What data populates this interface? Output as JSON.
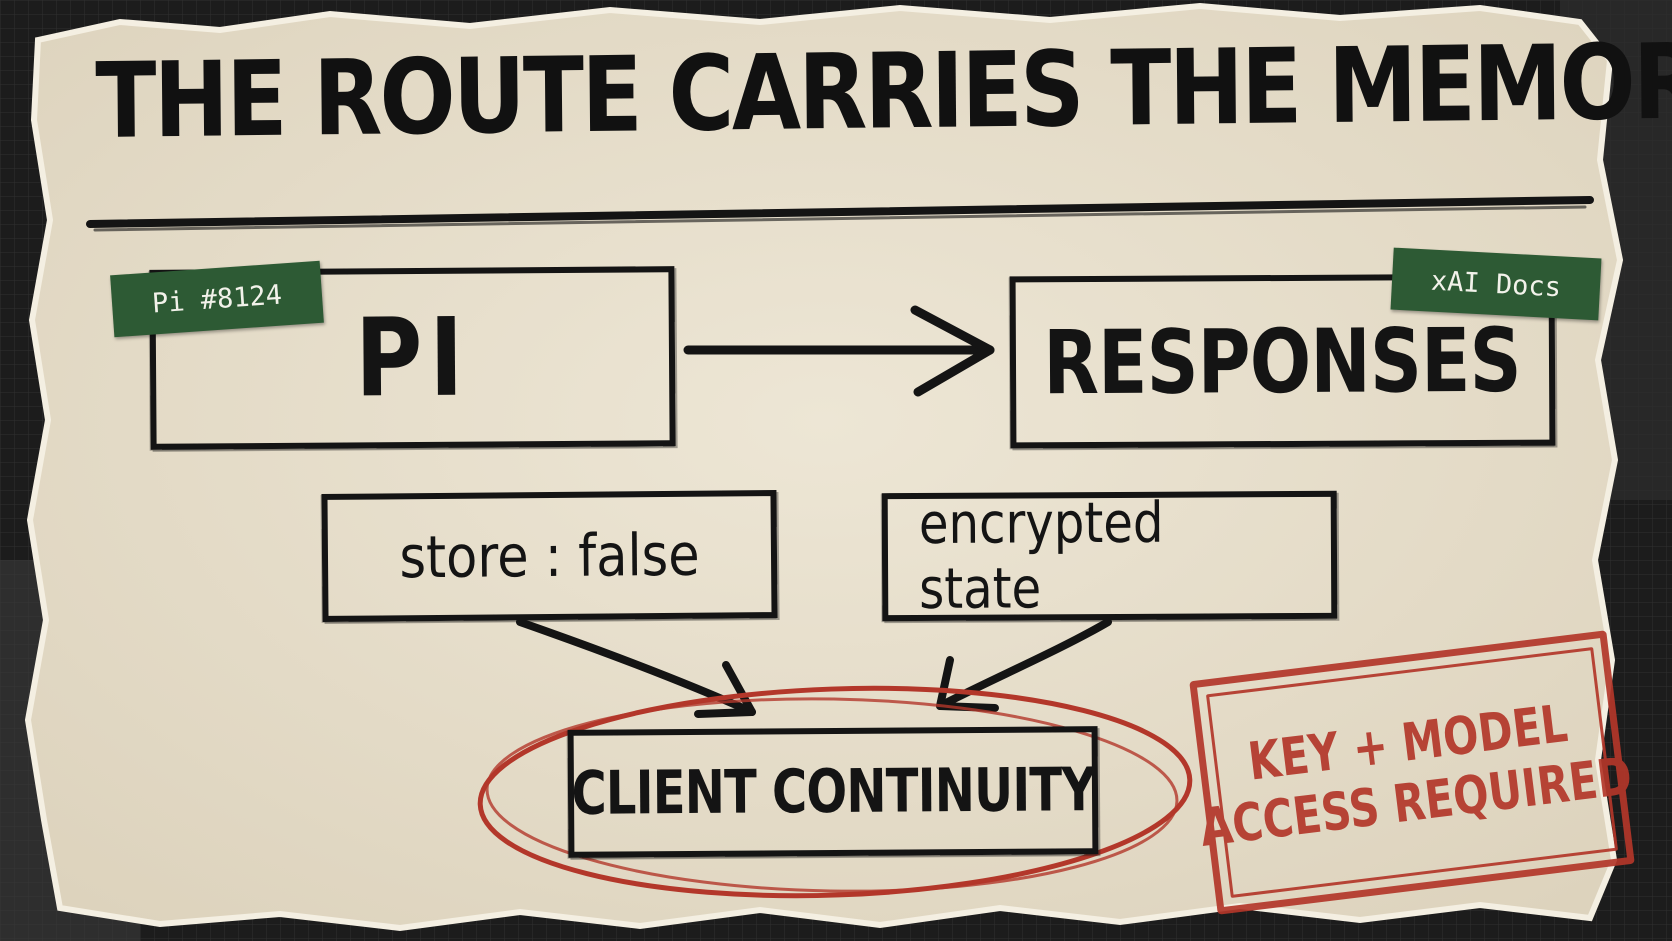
{
  "title": "THE ROUTE CARRIES THE MEMORY",
  "nodes": {
    "pi": {
      "label": "PI",
      "tag": "Pi #8124"
    },
    "responses": {
      "label": "RESPONSES",
      "tag": "xAI Docs"
    },
    "store": {
      "label": "store : false"
    },
    "encrypted": {
      "label": "encrypted state"
    },
    "client": {
      "label": "CLIENT CONTINUITY"
    }
  },
  "stamp": {
    "line1": "KEY + MODEL",
    "line2": "ACCESS REQUIRED"
  },
  "colors": {
    "paper": "#e9e1cf",
    "ink": "#141414",
    "tape": "#2d5a34",
    "stamp_red": "#b3372a"
  }
}
